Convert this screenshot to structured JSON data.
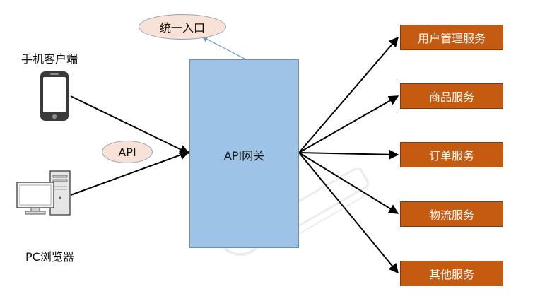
{
  "clients": {
    "mobile_label": "手机客户端",
    "pc_label": "PC浏览器"
  },
  "ellipses": {
    "entry_label": "统一入口",
    "api_label": "API"
  },
  "gateway": {
    "label": "API网关"
  },
  "services": [
    {
      "label": "用户管理服务"
    },
    {
      "label": "商品服务"
    },
    {
      "label": "订单服务"
    },
    {
      "label": "物流服务"
    },
    {
      "label": "其他服务"
    }
  ],
  "colors": {
    "gateway_fill": "#9dc3e6",
    "service_fill": "#c55a11",
    "ellipse_fill": "#f8e1d6",
    "arrow": "#000000",
    "entry_arrow": "#5b9bd5"
  }
}
